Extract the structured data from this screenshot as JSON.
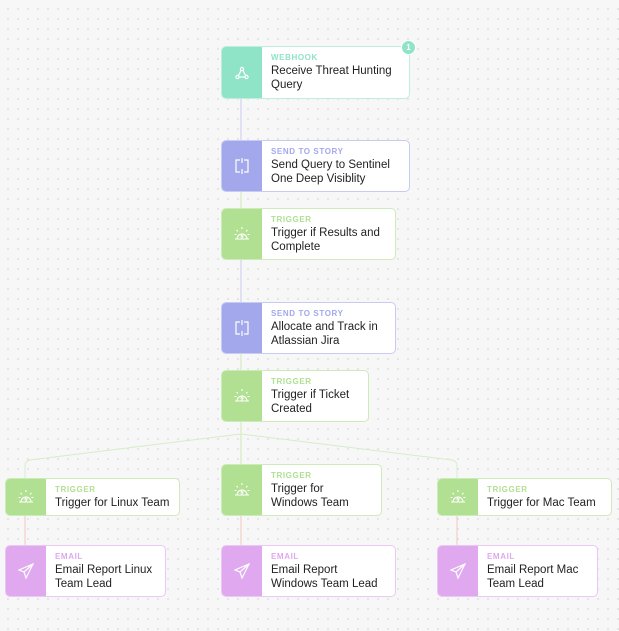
{
  "colors": {
    "webhook": "#8fe3c6",
    "send_to_story": "#a3a8ec",
    "trigger": "#b1e092",
    "email": "#e0a8ef"
  },
  "nodes": [
    {
      "type": "webhook",
      "kind": "WEBHOOK",
      "title": "Receive Threat Hunting Query",
      "icon": "webhook-icon",
      "badge": "1"
    },
    {
      "type": "send_to_story",
      "kind": "SEND TO STORY",
      "title": "Send Query to Sentinel One Deep Visiblity",
      "icon": "send-to-story-icon"
    },
    {
      "type": "trigger",
      "kind": "TRIGGER",
      "title": "Trigger if Results and Complete",
      "icon": "trigger-alarm-icon"
    },
    {
      "type": "send_to_story",
      "kind": "SEND TO STORY",
      "title": "Allocate and Track in Atlassian Jira",
      "icon": "send-to-story-icon"
    },
    {
      "type": "trigger",
      "kind": "TRIGGER",
      "title": "Trigger if Ticket Created",
      "icon": "trigger-alarm-icon"
    },
    {
      "type": "trigger",
      "kind": "TRIGGER",
      "title": "Trigger for Linux Team",
      "icon": "trigger-alarm-icon"
    },
    {
      "type": "trigger",
      "kind": "TRIGGER",
      "title": "Trigger for Windows Team",
      "icon": "trigger-alarm-icon"
    },
    {
      "type": "trigger",
      "kind": "TRIGGER",
      "title": "Trigger for Mac Team",
      "icon": "trigger-alarm-icon"
    },
    {
      "type": "email",
      "kind": "EMAIL",
      "title": "Email Report Linux Team Lead",
      "icon": "paper-plane-icon"
    },
    {
      "type": "email",
      "kind": "EMAIL",
      "title": "Email Report Windows Team Lead",
      "icon": "paper-plane-icon"
    },
    {
      "type": "email",
      "kind": "EMAIL",
      "title": "Email Report Mac Team Lead",
      "icon": "paper-plane-icon"
    }
  ]
}
